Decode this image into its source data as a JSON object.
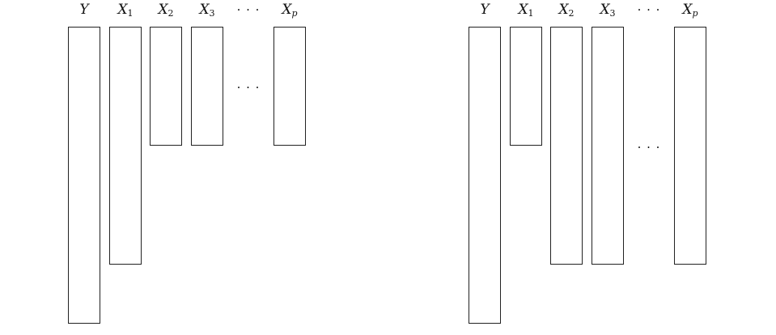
{
  "panels": [
    {
      "id": "left",
      "columns": [
        {
          "var": "Y",
          "sub": "",
          "relative_length": 1.0
        },
        {
          "var": "X",
          "sub": "1",
          "relative_length": 0.8
        },
        {
          "var": "X",
          "sub": "2",
          "relative_length": 0.4
        },
        {
          "var": "X",
          "sub": "3",
          "relative_length": 0.4
        },
        {
          "var": "…",
          "sub": "",
          "relative_length": 0
        },
        {
          "var": "X",
          "sub": "p",
          "relative_length": 0.4
        }
      ],
      "gap_dots": "…"
    },
    {
      "id": "right",
      "columns": [
        {
          "var": "Y",
          "sub": "",
          "relative_length": 1.0
        },
        {
          "var": "X",
          "sub": "1",
          "relative_length": 0.4
        },
        {
          "var": "X",
          "sub": "2",
          "relative_length": 0.8
        },
        {
          "var": "X",
          "sub": "3",
          "relative_length": 0.8
        },
        {
          "var": "…",
          "sub": "",
          "relative_length": 0
        },
        {
          "var": "X",
          "sub": "p",
          "relative_length": 0.8
        }
      ],
      "gap_dots": "…"
    }
  ]
}
